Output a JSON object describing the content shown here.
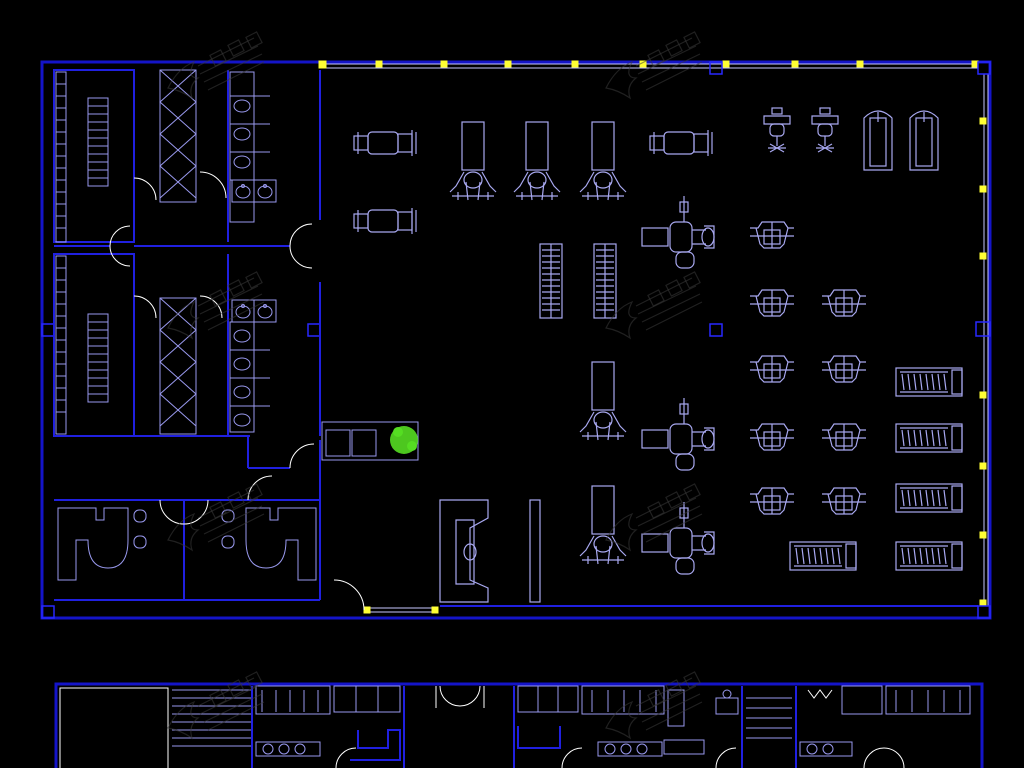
{
  "diagram": {
    "type": "architectural-floor-plan",
    "background": "#000000",
    "colors": {
      "walls": "#1414c8",
      "equipment": "#a8a8f0",
      "doors": "#ffffff",
      "columns": "#ffff33",
      "plant": "#55dd22",
      "watermark": "#3a3a3a"
    },
    "components": {
      "locker_rooms": 2,
      "wc_rows": 2,
      "exercise_bikes": 4,
      "multi_gyms": 5,
      "chest_press_machines": 3,
      "ab_machines": 10,
      "treadmills": 6,
      "pommel_stools": 2,
      "weight_racks": 2
    }
  }
}
